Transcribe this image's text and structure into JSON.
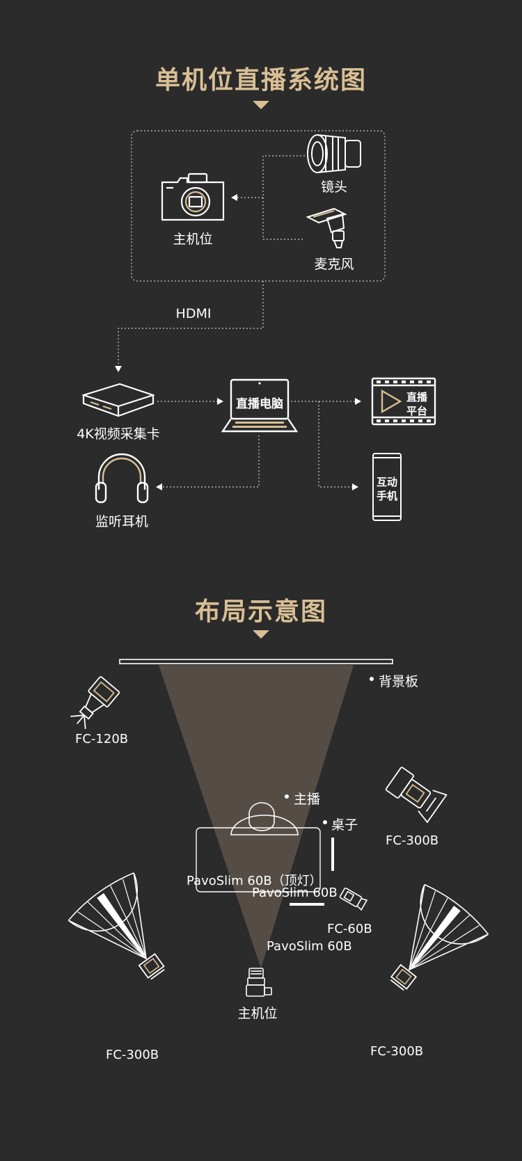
{
  "section1": {
    "title": "单机位直播系统图",
    "nodes": {
      "main_camera": "主机位",
      "lens": "镜头",
      "microphone": "麦克风",
      "capture_card": "4K视频采集卡",
      "pc": "直播电脑",
      "platform": "直播平台",
      "platform_line1": "直播",
      "platform_line2": "平台",
      "phone_line1": "互动",
      "phone_line2": "手机",
      "headphones": "监听耳机"
    },
    "links": {
      "hdmi": "HDMI"
    }
  },
  "section2": {
    "title": "布局示意图",
    "labels": {
      "backdrop": "背景板",
      "host": "主播",
      "desk": "桌子",
      "fc120b": "FC-120B",
      "fc300b_right_top": "FC-300B",
      "fc300b_left_bottom": "FC-300B",
      "fc300b_right_bottom": "FC-300B",
      "pavoslim_top": "PavoSlim 60B（顶灯）",
      "pavoslim_mid": "PavoSlim 60B",
      "fc60b": "FC-60B",
      "pavoslim_low": "PavoSlim 60B",
      "main_camera": "主机位"
    }
  },
  "colors": {
    "background": "#2b2b2b",
    "accent": "#d9bf95",
    "line": "#ffffff",
    "beam": "#5a5148"
  }
}
